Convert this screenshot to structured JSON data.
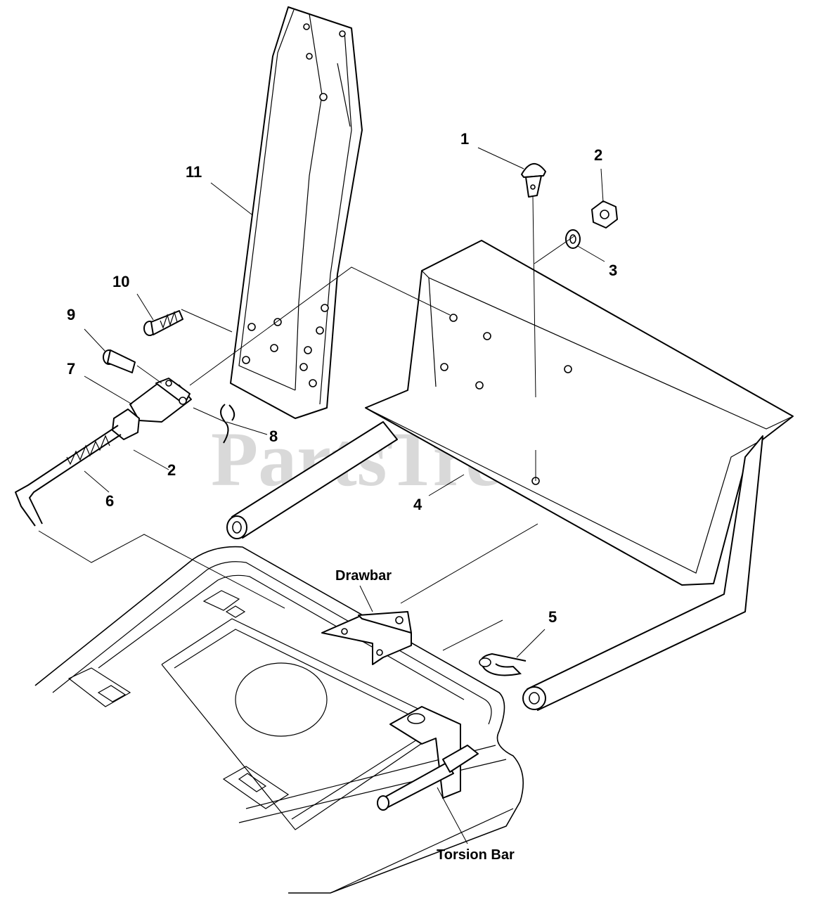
{
  "watermark": {
    "text": "PartsTree",
    "mark": "™"
  },
  "callouts": [
    {
      "id": "c1",
      "text": "1"
    },
    {
      "id": "c2a",
      "text": "2"
    },
    {
      "id": "c3",
      "text": "3"
    },
    {
      "id": "c11",
      "text": "11"
    },
    {
      "id": "c10",
      "text": "10"
    },
    {
      "id": "c9",
      "text": "9"
    },
    {
      "id": "c7",
      "text": "7"
    },
    {
      "id": "c8",
      "text": "8"
    },
    {
      "id": "c2b",
      "text": "2"
    },
    {
      "id": "c6",
      "text": "6"
    },
    {
      "id": "c4",
      "text": "4"
    },
    {
      "id": "c5",
      "text": "5"
    }
  ],
  "labels": {
    "drawbar": "Drawbar",
    "torsion_bar": "Torsion Bar"
  }
}
